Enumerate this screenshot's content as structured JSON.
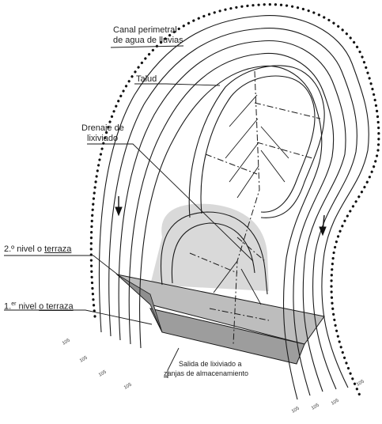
{
  "labels": {
    "canal_line1": "Canal perimetral",
    "canal_line2": "de agua de lluvias",
    "talud": "Talud",
    "drenaje_line1": "Drenaje de",
    "drenaje_line2": "lixiviado",
    "nivel2_prefix": "2.º nivel o ",
    "nivel2_word": "terraza",
    "nivel1_prefix": "1.",
    "nivel1_sup": "er",
    "nivel1_mid": " nivel ",
    "nivel1_word": "o terraza",
    "salida_line1": "Salida de lixiviado a",
    "salida_line2_a": "z",
    "salida_line2_b": "anjas de almacenamiento"
  },
  "contour_numbers": [
    "105",
    "105",
    "105",
    "105",
    "105",
    "105",
    "105",
    "105"
  ],
  "colors": {
    "line": "#1a1a1a",
    "terrace_fill": "#bdbdbd",
    "terrace_dark": "#8f8f8f",
    "dots": "#111111"
  }
}
